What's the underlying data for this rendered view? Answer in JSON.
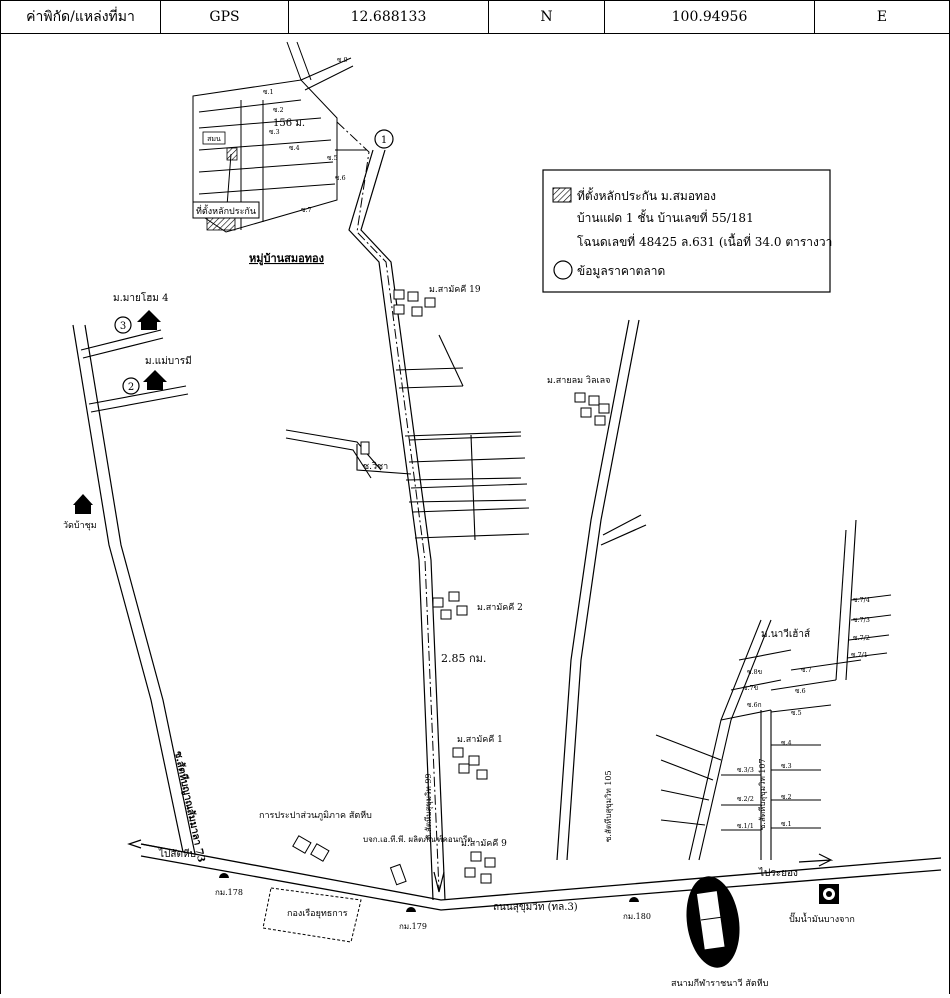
{
  "header": {
    "label": "ค่าพิกัด/แหล่งที่มา",
    "source": "GPS",
    "latitude": "12.688133",
    "lat_dir": "N",
    "longitude": "100.94956",
    "lon_dir": "E"
  },
  "legend": {
    "item1": "ที่ตั้งหลักประกัน ม.สมอทอง",
    "line2": "บ้านแฝด 1 ชั้น บ้านเลขที่ 55/181",
    "line3": "โฉนดเลขที่ 48425 ล.631 (เนื้อที่ 34.0 ตารางวา",
    "item2": "ข้อมูลราคาตลาด"
  },
  "labels": {
    "village": "หมู่บ้านสมอทอง",
    "collateral_box": "ที่ตั้งหลักประกัน",
    "dist_156": "156 ม.",
    "dist_285": "2.85 กม.",
    "mkt1": "1",
    "mkt2": "2",
    "mkt3": "3",
    "mai_jo": "ม.มายโฮม 4",
    "mae_baramee": "ม.แม่บารมี",
    "wat": "วัดบ้าชุม",
    "samakkee19": "ม.สามัคคี 19",
    "saithong": "ม.สายลม วิลเลจ",
    "samakkee2": "ม.สามัคคี 2",
    "samakkee1": "ม.สามัคคี 1",
    "samakkee9": "ม.สามัคคี 9",
    "navi": "ม.นาวีเฮ้าส์",
    "soi_wija": "ซ.วิชา",
    "soi_73": "ซ.สัตหีบญาณสัมมาลา 73",
    "soi_99": "ซ.สัตหีบสุขุมวิท 99",
    "soi_105": "ซ.สัตหีบสุขุมวิท 105",
    "soi_107": "ซ.สัตหีบสุขุมวิท 107",
    "to_sattahip": "ไปสัตหีบ",
    "to_rayong": "ไประยอง",
    "highway": "ถนนสุขุมวิท (ทล.3)",
    "km178": "กม.178",
    "km179": "กม.179",
    "km180": "กม.180",
    "pea": "การประปาส่วนภูมิภาค สัตหีบ",
    "ptt": "บจก.เอ.ที.พี. ผลิตภัณฑ์คอนกรีต",
    "navy": "กองเรือยุทธการ",
    "gas": "ปั๊มน้ำมันบางจาก",
    "stadium": "สนามกีฬาราชนาวี สัตหีบ",
    "s1": "ซ.1",
    "s2": "ซ.2",
    "s3": "ซ.3",
    "s4": "ซ.4",
    "s5": "ซ.5",
    "s6": "ซ.6",
    "s7": "ซ.7",
    "s9": "ซ.9",
    "s5b": "ซ.5",
    "s6b": "ซ.6",
    "s11": "ซ.1/1",
    "s22": "ซ.2/2",
    "s33": "ซ.3/3",
    "s6a": "ซ.6ก",
    "s7b": "ซ.7ข",
    "s8b": "ซ.8ข",
    "s71": "ซ.7/1",
    "s72": "ซ.7/2",
    "s73": "ซ.7/3",
    "s74": "ซ.7/4",
    "s1v": "ซ.1",
    "s2v": "ซ.2",
    "s3v": "ซ.3",
    "s4v": "ซ.4",
    "saman": "สมน"
  }
}
